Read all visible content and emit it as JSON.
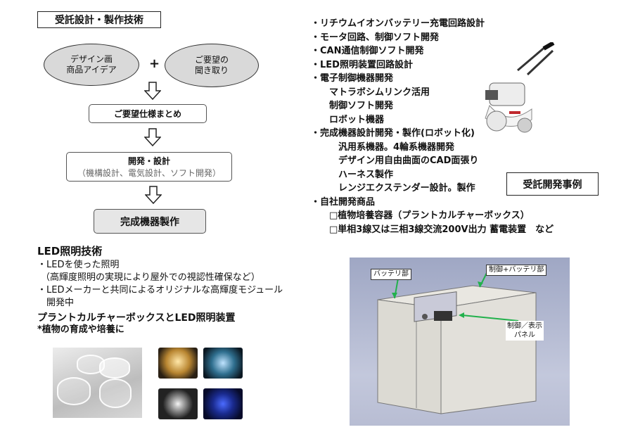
{
  "flow": {
    "title": "受託設計・製作技術",
    "ellipse_left": "デザイン画\n商品アイデア",
    "plus": "+",
    "ellipse_right": "ご要望の\n聞き取り",
    "step1": "ご要望仕様まとめ",
    "step2_title": "開発・設計",
    "step2_sub": "（機構設計、電気設計、ソフト開発）",
    "step3": "完成機器製作"
  },
  "led": {
    "title": "LED照明技術",
    "lines": [
      "・LEDを使った照明",
      "（高輝度照明の実現により屋外での視認性確保など）",
      "・LEDメーカーと共同によるオリジナルな高輝度モジュール",
      "　開発中"
    ],
    "plant_title": "プラントカルチャーボックスとLED照明装置",
    "plant_note": "*植物の育成や培養に"
  },
  "right_list": [
    {
      "text": "・リチウムイオンバッテリー充電回路設計",
      "bold": true
    },
    {
      "text": "・モータ回路、制御ソフト開発",
      "bold": true
    },
    {
      "text": "・CAN通信制御ソフト開発",
      "bold": true
    },
    {
      "text": "・LED照明装置回路設計",
      "bold": true
    },
    {
      "text": "・電子制御機器開発",
      "bold": true
    },
    {
      "text": "　　マトラボシムリンク活用",
      "bold": true
    },
    {
      "text": "　　制御ソフト開発",
      "bold": true
    },
    {
      "text": "　　ロボット機器",
      "bold": true
    },
    {
      "text": "・完成機器設計開発・製作(ロボット化)",
      "bold": true
    },
    {
      "text": "　　　汎用系機器。4輪系機器開発",
      "bold": true
    },
    {
      "text": "　　　デザイン用自由曲面のCAD面張り",
      "bold": true
    },
    {
      "text": "　　　ハーネス製作",
      "bold": true
    },
    {
      "text": "　　　レンジエクステンダー設計。製作",
      "bold": true
    },
    {
      "text": "・自社開発商品",
      "bold": true
    },
    {
      "text": "　　□植物培養容器（プラントカルチャーボックス）",
      "bold": true
    },
    {
      "text": "　　□単相3線又は三相3線交流200V出力 蓄電装置　など",
      "bold": true
    }
  ],
  "case_label": "受託開発事例",
  "cad": {
    "label_battery": "バッテリ部",
    "label_control_battery": "制御+バッテリ部",
    "label_panel": "制御／表示\nパネル"
  },
  "colors": {
    "ellipse_fill": "#d9d9d9",
    "gray_box": "#e6e6e6",
    "cad_background": "#aab1cb",
    "arrow_green": "#22b14c"
  }
}
